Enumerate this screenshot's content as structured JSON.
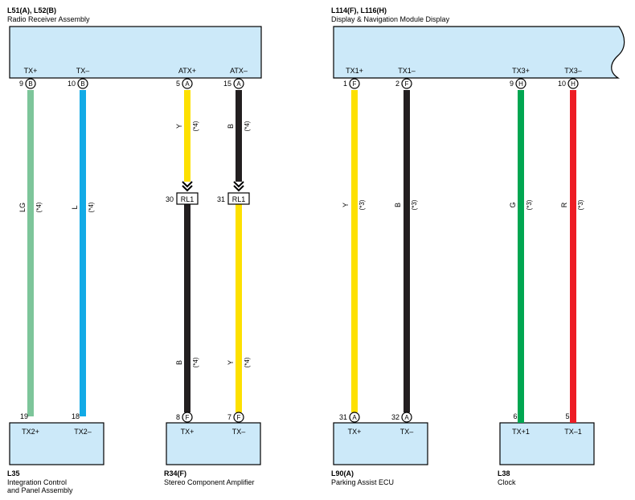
{
  "colors": {
    "box_fill": "#cce9f9",
    "LG": "#7dc59a",
    "L": "#12aae6",
    "Y": "#fde000",
    "B": "#231f20",
    "G": "#00a651",
    "R": "#ed1c24"
  },
  "components": {
    "radio": {
      "code": "L51(A), L52(B)",
      "name": "Radio Receiver Assembly"
    },
    "display": {
      "code": "L114(F), L116(H)",
      "name": "Display & Navigation Module Display"
    },
    "integration": {
      "code": "L35",
      "name_line1": "Integration Control",
      "name_line2": "and Panel Assembly"
    },
    "amplifier": {
      "code": "R34(F)",
      "name": "Stereo Component Amplifier"
    },
    "parking": {
      "code": "L90(A)",
      "name": "Parking Assist ECU"
    },
    "clock": {
      "code": "L38",
      "name": "Clock"
    }
  },
  "wires": [
    {
      "id": "w1",
      "top_pin": "9",
      "top_conn": "B",
      "top_label": "TX+",
      "color_code": "LG",
      "note": "(*4)",
      "bottom_pin": "19",
      "bottom_label": "TX2+"
    },
    {
      "id": "w2",
      "top_pin": "10",
      "top_conn": "B",
      "top_label": "TX–",
      "color_code": "L",
      "note": "(*4)",
      "bottom_pin": "18",
      "bottom_label": "TX2–"
    },
    {
      "id": "w3",
      "top_pin": "5",
      "top_conn": "A",
      "top_label": "ATX+",
      "color_code": "Y",
      "note": "(*4)",
      "splice_pin": "30",
      "splice_label": "RL1",
      "color_code_lower": "B",
      "note_lower": "(*4)",
      "bottom_pin": "8",
      "bottom_conn": "F",
      "bottom_label": "TX+"
    },
    {
      "id": "w4",
      "top_pin": "15",
      "top_conn": "A",
      "top_label": "ATX–",
      "color_code": "B",
      "note": "(*4)",
      "splice_pin": "31",
      "splice_label": "RL1",
      "color_code_lower": "Y",
      "note_lower": "(*4)",
      "bottom_pin": "7",
      "bottom_conn": "F",
      "bottom_label": "TX–"
    },
    {
      "id": "w5",
      "top_pin": "1",
      "top_conn": "F",
      "top_label": "TX1+",
      "color_code": "Y",
      "note": "(*3)",
      "bottom_pin": "31",
      "bottom_conn": "A",
      "bottom_label": "TX+"
    },
    {
      "id": "w6",
      "top_pin": "2",
      "top_conn": "F",
      "top_label": "TX1–",
      "color_code": "B",
      "note": "(*3)",
      "bottom_pin": "32",
      "bottom_conn": "A",
      "bottom_label": "TX–"
    },
    {
      "id": "w7",
      "top_pin": "9",
      "top_conn": "H",
      "top_label": "TX3+",
      "color_code": "G",
      "note": "(*3)",
      "bottom_pin": "6",
      "bottom_label": "TX+1"
    },
    {
      "id": "w8",
      "top_pin": "10",
      "top_conn": "H",
      "top_label": "TX3–",
      "color_code": "R",
      "note": "(*3)",
      "bottom_pin": "5",
      "bottom_label": "TX–1"
    }
  ]
}
